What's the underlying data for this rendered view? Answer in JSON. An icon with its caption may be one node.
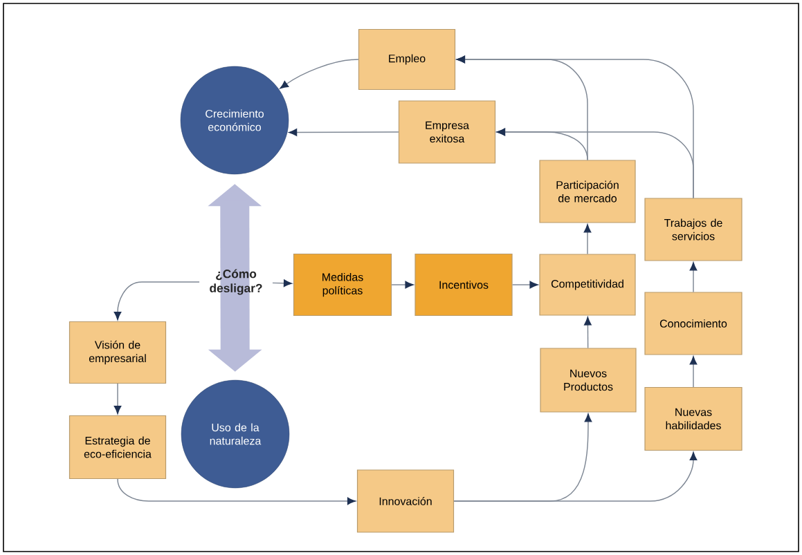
{
  "diagram": {
    "nodes": [
      {
        "text": [
          "Crecimiento económico"
        ]
      },
      {
        "text": [
          "Empleo"
        ]
      },
      {
        "text": [
          "Empresa exitosa"
        ]
      },
      {
        "text": [
          "Participación de mercado"
        ]
      },
      {
        "text": [
          "Trabajos de servicios"
        ]
      },
      {
        "text": [
          "¿Cómo desligar?"
        ]
      },
      {
        "text": [
          "Medidas políticas"
        ]
      },
      {
        "text": [
          "Incentivos"
        ]
      },
      {
        "text": [
          "Competitividad"
        ]
      },
      {
        "text": [
          "Conocimiento"
        ]
      },
      {
        "text": [
          "Visión de empresarial"
        ]
      },
      {
        "text": [
          "Nuevos Productos"
        ]
      },
      {
        "text": [
          "Nuevas habilidades"
        ]
      },
      {
        "text": [
          "Uso de la naturaleza"
        ]
      },
      {
        "text": [
          "Estrategia de eco-eficiencia"
        ]
      },
      {
        "text": [
          "Innovación"
        ]
      }
    ],
    "edges": [
      {
        "from": 0,
        "to": 13,
        "arrow": "both",
        "style": "thick",
        "color": "#b8bbd9"
      },
      {
        "from": 1,
        "to": 0,
        "arrow": "to"
      },
      {
        "from": 2,
        "to": 0,
        "arrow": "to"
      },
      {
        "from": 3,
        "to": 1,
        "arrow": "to"
      },
      {
        "from": 3,
        "to": 2,
        "arrow": "to"
      },
      {
        "from": 4,
        "to": 1,
        "arrow": "to"
      },
      {
        "from": 4,
        "to": 2,
        "arrow": "to"
      },
      {
        "from": 8,
        "to": 3,
        "arrow": "to"
      },
      {
        "from": 9,
        "to": 4,
        "arrow": "to"
      },
      {
        "from": 5,
        "to": 6,
        "arrow": "to"
      },
      {
        "from": 6,
        "to": 7,
        "arrow": "to"
      },
      {
        "from": 7,
        "to": 8,
        "arrow": "to"
      },
      {
        "from": 5,
        "to": 10,
        "arrow": "to"
      },
      {
        "from": 10,
        "to": 14,
        "arrow": "to"
      },
      {
        "from": 14,
        "to": 15,
        "arrow": "to"
      },
      {
        "from": 15,
        "to": 11,
        "arrow": "to"
      },
      {
        "from": 15,
        "to": 12,
        "arrow": "to"
      },
      {
        "from": 11,
        "to": 8,
        "arrow": "to"
      },
      {
        "from": 12,
        "to": 9,
        "arrow": "to"
      }
    ]
  }
}
